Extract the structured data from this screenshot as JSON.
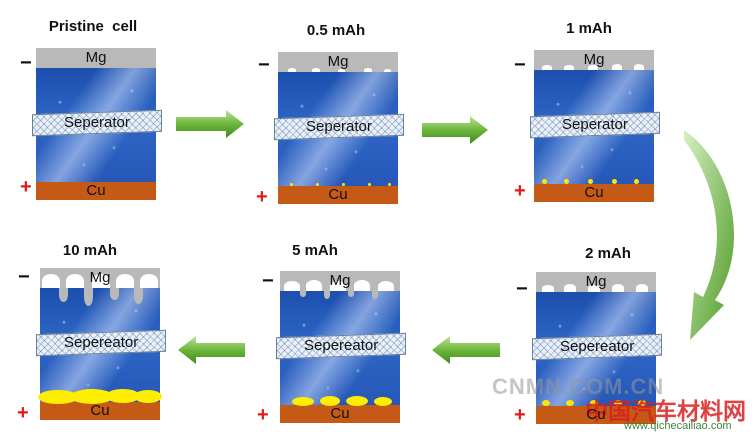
{
  "stages": [
    {
      "title": "Pristine  cell",
      "anode": "Mg",
      "separator": "Seperator",
      "cathode": "Cu",
      "negative": "−",
      "positive": "+"
    },
    {
      "title": "0.5 mAh",
      "anode": "Mg",
      "separator": "Seperator",
      "cathode": "Cu",
      "negative": "−",
      "positive": "+"
    },
    {
      "title": "1 mAh",
      "anode": "Mg",
      "separator": "Seperator",
      "cathode": "Cu",
      "negative": "−",
      "positive": "+"
    },
    {
      "title": "2 mAh",
      "anode": "Mg",
      "separator": "Sepereator",
      "cathode": "Cu",
      "negative": "−",
      "positive": "+"
    },
    {
      "title": "5 mAh",
      "anode": "Mg",
      "separator": "Sepereator",
      "cathode": "Cu",
      "negative": "−",
      "positive": "+"
    },
    {
      "title": "10 mAh",
      "anode": "Mg",
      "separator": "Sepereator",
      "cathode": "Cu",
      "negative": "−",
      "positive": "+"
    }
  ],
  "watermark": {
    "site": "CNMN.COM.CN",
    "brand": "中国汽车材料网",
    "url": "www.qichecailiao.com"
  },
  "colors": {
    "arrow": "#5ea52f",
    "anode": "#b9b9b9",
    "cathode": "#c45a16",
    "deposit": "#ffee00",
    "electrolyte": "#2e66c6"
  }
}
